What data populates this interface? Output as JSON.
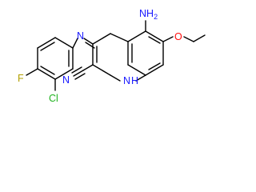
{
  "diagram": {
    "type": "chemical-structure",
    "atom_labels": {
      "amine": "NH",
      "amine_subscript": "2",
      "ether_oxygen": "O",
      "anilino_nitrogen": "N",
      "ring_nitrogen": "N",
      "ring_nh_hydrogen": "H",
      "nitrile_nitrogen": "N",
      "fluorine": "F",
      "chlorine": "Cl"
    },
    "colors": {
      "bond": "#000000",
      "nitrogen": "#1a1aff",
      "oxygen": "#ff0d0d",
      "fluorine": "#b3a000",
      "chlorine": "#1fb31f"
    }
  }
}
